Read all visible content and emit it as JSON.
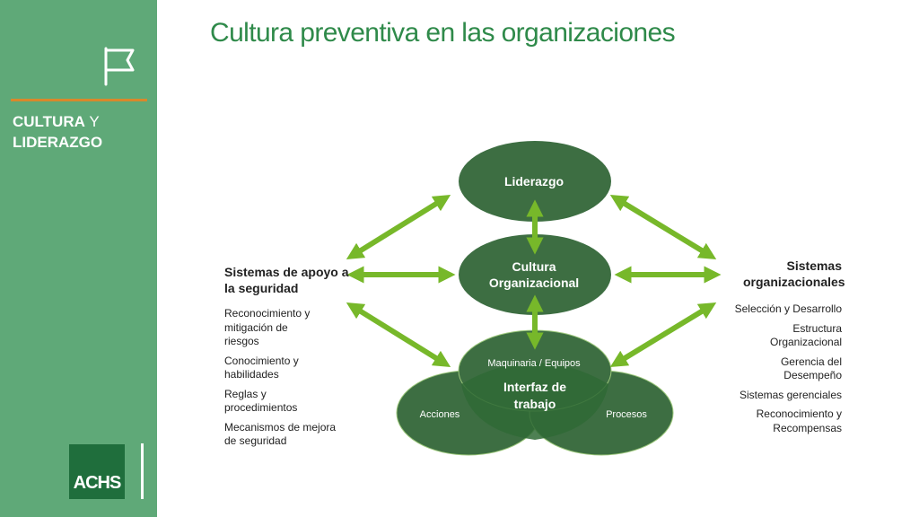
{
  "slide": {
    "title": "Cultura preventiva en las organizaciones"
  },
  "sidebar": {
    "section_title_bold": "CULTURA",
    "section_title_connector": "Y",
    "section_title_line2": "LIDERAZGO",
    "logo_text": "ACHS",
    "accent_color": "#d9882b",
    "background_color": "#5fa978"
  },
  "diagram": {
    "node_leadership": "Liderazgo",
    "node_culture_line1": "Cultura",
    "node_culture_line2": "Organizacional",
    "circle_machinery": "Maquinaria / Equipos",
    "circle_actions": "Acciones",
    "circle_processes": "Procesos",
    "work_interface_line1": "Interfaz de",
    "work_interface_line2": "trabajo",
    "node_color": "#3d6e42",
    "arrow_color": "#77b82a"
  },
  "left_panel": {
    "heading": "Sistemas de apoyo a la seguridad",
    "items": [
      "Reconocimiento y mitigación de riesgos",
      "Conocimiento y habilidades",
      "Reglas y procedimientos",
      "Mecanismos de mejora de seguridad"
    ]
  },
  "right_panel": {
    "heading": "Sistemas organizacionales",
    "items": [
      "Selección y Desarrollo",
      "Estructura Organizacional",
      "Gerencia del Desempeño",
      "Sistemas gerenciales",
      "Reconocimiento y Recompensas"
    ]
  }
}
